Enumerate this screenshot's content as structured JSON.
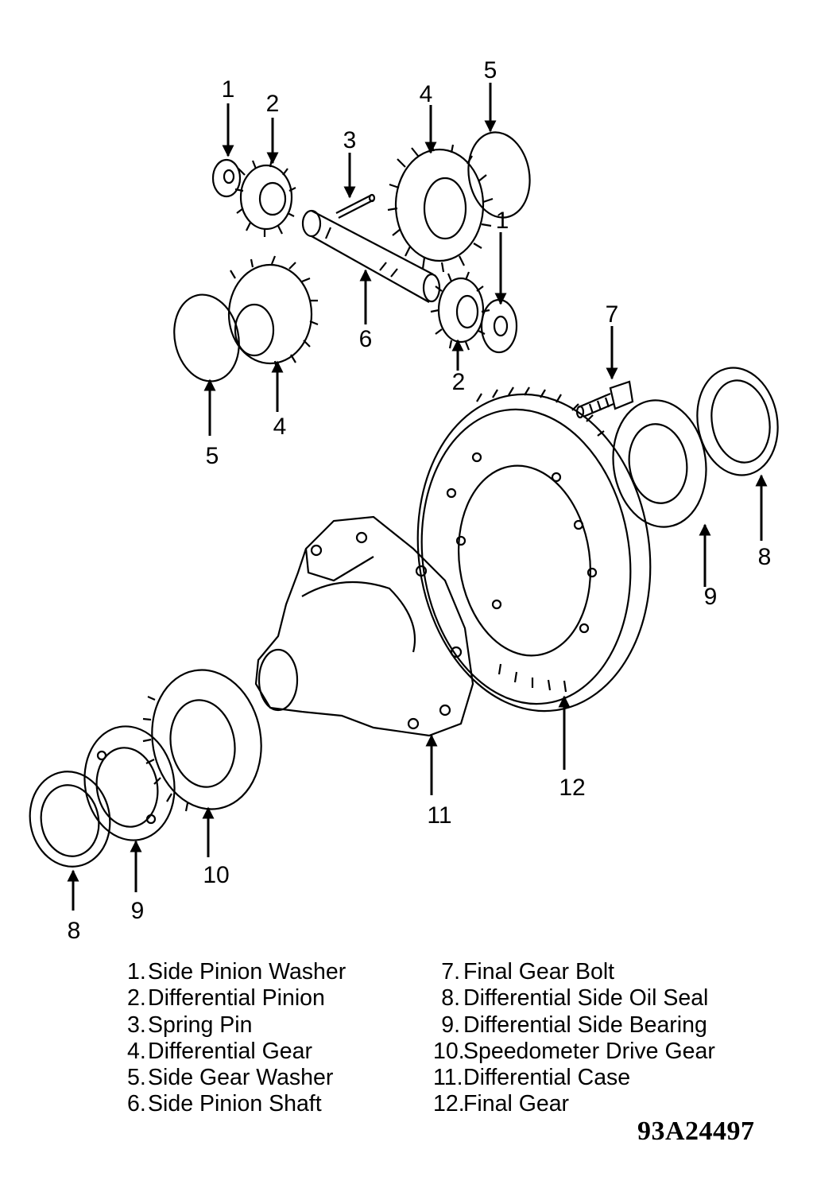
{
  "callouts": {
    "c1a": "1",
    "c2a": "2",
    "c3": "3",
    "c4a": "4",
    "c5a": "5",
    "c1b": "1",
    "c6": "6",
    "c2b": "2",
    "c4b": "4",
    "c5b": "5",
    "c7": "7",
    "c8a": "8",
    "c9a": "9",
    "c12": "12",
    "c11": "11",
    "c10": "10",
    "c9b": "9",
    "c8b": "8"
  },
  "legend": {
    "left": [
      {
        "num": "1.",
        "label": "Side Pinion Washer"
      },
      {
        "num": "2.",
        "label": "Differential Pinion"
      },
      {
        "num": "3.",
        "label": "Spring Pin"
      },
      {
        "num": "4.",
        "label": "Differential Gear"
      },
      {
        "num": "5.",
        "label": "Side Gear Washer"
      },
      {
        "num": "6.",
        "label": "Side Pinion Shaft"
      }
    ],
    "right": [
      {
        "num": "7.",
        "label": "Final Gear Bolt"
      },
      {
        "num": "8.",
        "label": "Differential Side Oil Seal"
      },
      {
        "num": "9.",
        "label": "Differential Side Bearing"
      },
      {
        "num": "10.",
        "label": "Speedometer Drive Gear"
      },
      {
        "num": "11.",
        "label": "Differential Case"
      },
      {
        "num": "12.",
        "label": "Final Gear"
      }
    ]
  },
  "figure_id": "93A24497"
}
